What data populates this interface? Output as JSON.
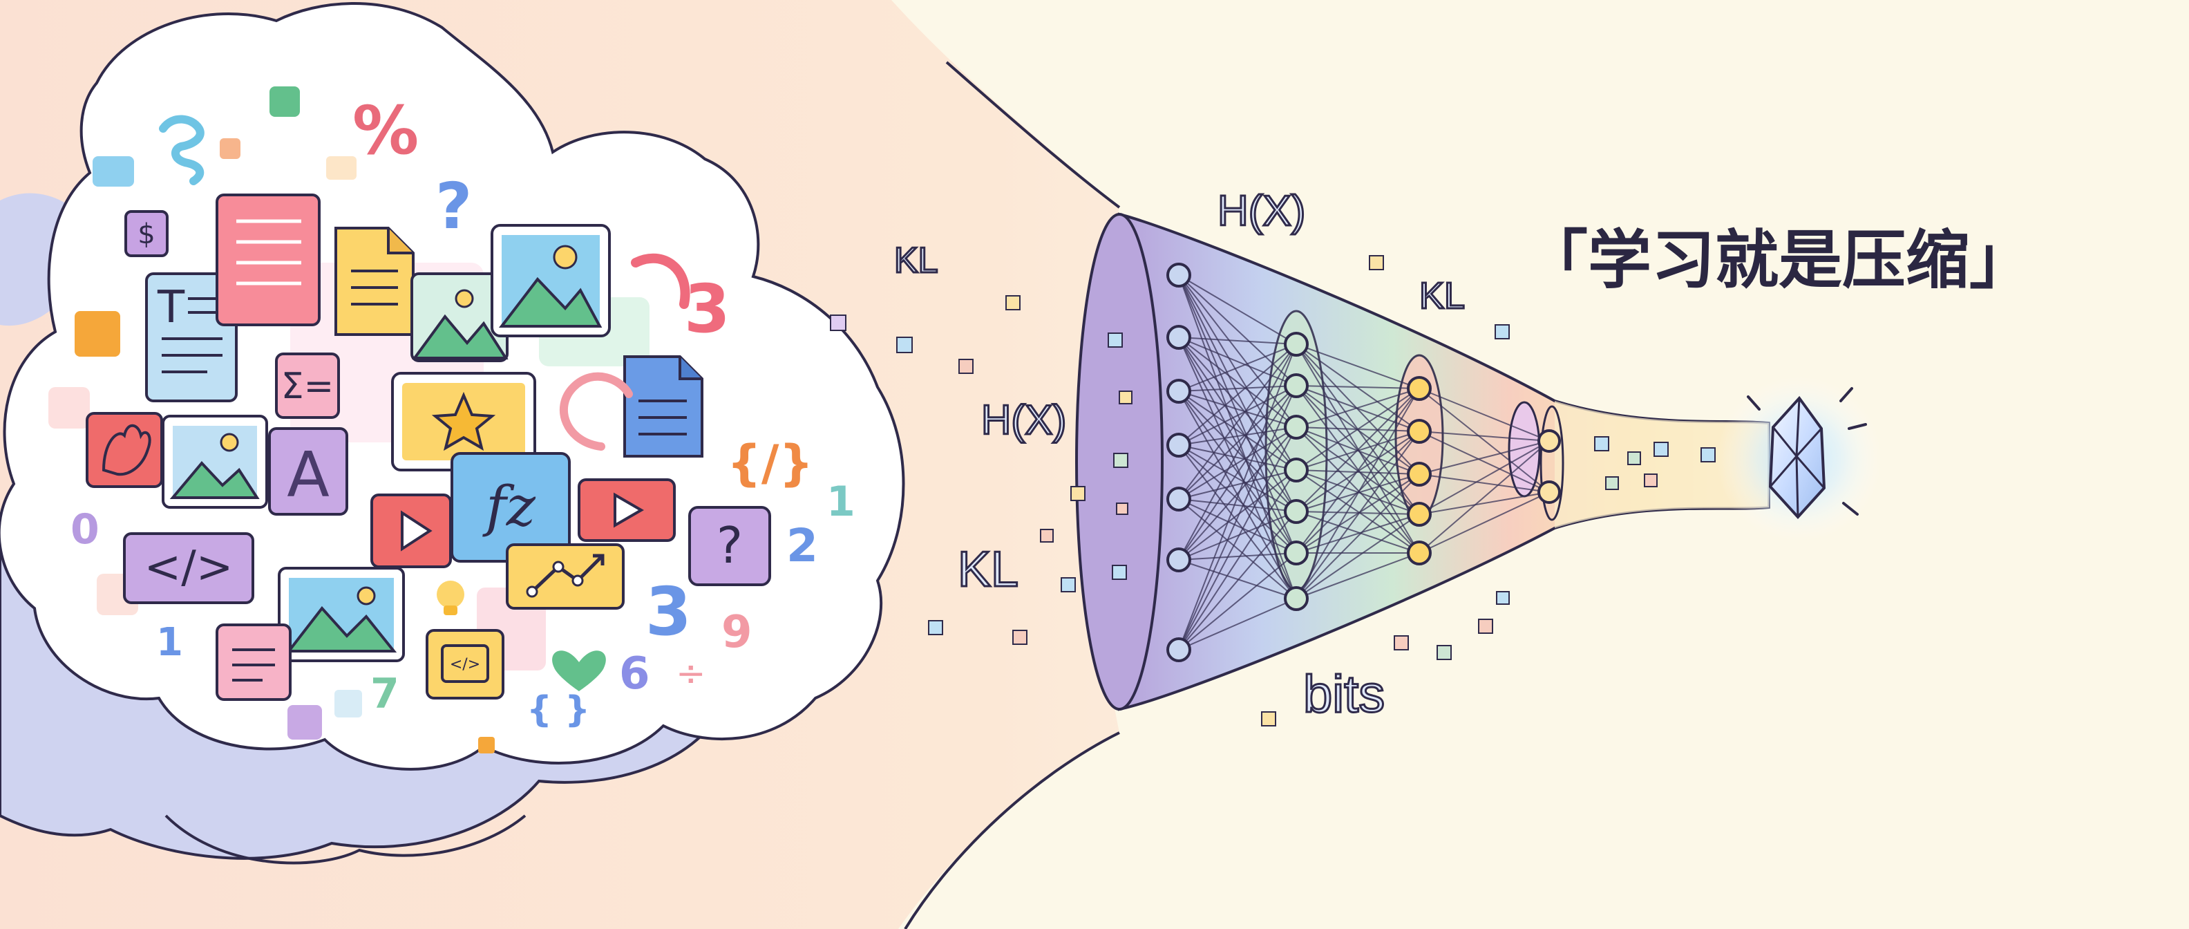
{
  "title": "「学习就是压缩」",
  "funnel_labels": {
    "hx_top": "H(X)",
    "hx_left": "H(X)",
    "kl_left_top": "KL",
    "kl_left_bottom": "KL",
    "kl_right": "KL",
    "bits": "bits"
  },
  "cloud_symbols": {
    "percent": "%",
    "question": "?",
    "three_red": "3",
    "dollar": "$",
    "text_T": "T",
    "sigma": "Σ=",
    "letter_A": "A",
    "code": "</>",
    "fz": "fz",
    "curly_slash": "{/}",
    "question_box": "?",
    "zero": "0",
    "one_left": "1",
    "one_right": "1",
    "two": "2",
    "three_blue": "3",
    "nine": "9",
    "six": "6",
    "divide": "÷",
    "seven": "7",
    "braces": "{ }"
  },
  "colors": {
    "outline": "#2f2a4a",
    "cloud_fill": "#ffffff",
    "back_cloud": "#cfd3f0",
    "warm_bg": "#fbe6d4",
    "cream_bg": "#fcf8e8",
    "funnel_purple": "#b9a6dc",
    "funnel_blue": "#c8d6f0",
    "funnel_green": "#cde6d3",
    "funnel_pink": "#f6cdbf",
    "funnel_yellow": "#fbe3a6",
    "crystal": "#cfe0ff",
    "title": "#2b2742"
  },
  "icons": [
    "document-icon",
    "image-icon",
    "star-icon",
    "play-icon",
    "code-icon",
    "formula-icon",
    "chart-icon",
    "heart-icon",
    "lightbulb-icon",
    "refresh-icon",
    "neural-network-icon",
    "crystal-icon"
  ]
}
